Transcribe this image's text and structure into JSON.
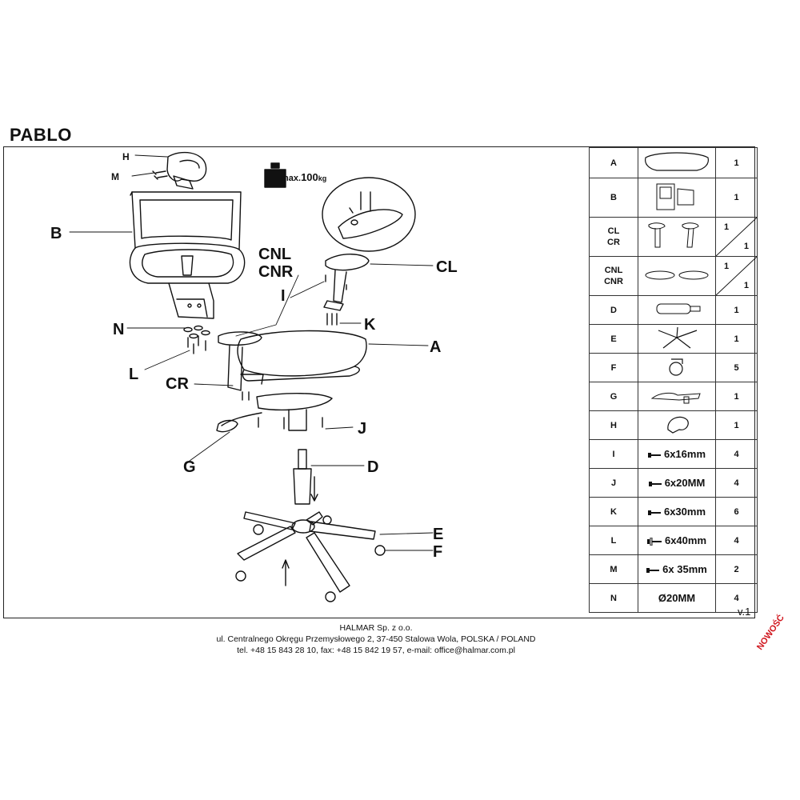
{
  "product": {
    "name": "PABLO",
    "version": "v.1"
  },
  "max_load": {
    "label": "max.",
    "value": "100",
    "unit": "kg"
  },
  "callouts": {
    "h": "H",
    "m": "M",
    "b": "B",
    "n": "N",
    "l": "L",
    "cnl": "CNL",
    "cnr": "CNR",
    "cl": "CL",
    "i": "I",
    "k": "K",
    "a": "A",
    "cr": "CR",
    "j": "J",
    "g": "G",
    "d": "D",
    "e": "E",
    "f": "F"
  },
  "parts": [
    {
      "code": "A",
      "qty": "1",
      "icon": "seat-icon"
    },
    {
      "code": "B",
      "qty": "1",
      "icon": "backrest-icon"
    },
    {
      "code": "CL",
      "code2": "CR",
      "qty": "1",
      "qty2": "1",
      "icon": "armrest-icon"
    },
    {
      "code": "CNL",
      "code2": "CNR",
      "qty": "1",
      "qty2": "1",
      "icon": "armpad-icon"
    },
    {
      "code": "D",
      "qty": "1",
      "icon": "gas-lift-icon"
    },
    {
      "code": "E",
      "qty": "1",
      "icon": "star-base-icon"
    },
    {
      "code": "F",
      "qty": "5",
      "icon": "caster-icon"
    },
    {
      "code": "G",
      "qty": "1",
      "icon": "mechanism-icon"
    },
    {
      "code": "H",
      "qty": "1",
      "icon": "headrest-icon"
    },
    {
      "code": "I",
      "qty": "4",
      "spec": "6x16mm",
      "icon": "bolt-icon"
    },
    {
      "code": "J",
      "qty": "4",
      "spec": "6x20MM",
      "icon": "bolt-icon"
    },
    {
      "code": "K",
      "qty": "6",
      "spec": "6x30mm",
      "icon": "bolt-icon"
    },
    {
      "code": "L",
      "qty": "4",
      "spec": "6x40mm",
      "icon": "bolt-washer-icon"
    },
    {
      "code": "M",
      "qty": "2",
      "spec": "6x 35mm",
      "icon": "bolt-icon"
    },
    {
      "code": "N",
      "qty": "4",
      "spec": "Ø20MM",
      "icon": "washer-icon"
    }
  ],
  "footer": {
    "company": "HALMAR Sp. z o.o.",
    "address": "ul. Centralnego Okręgu Przemysłowego 2, 37-450 Stalowa Wola, POLSKA / POLAND",
    "contact": "tel. +48 15 843 28 10, fax: +48 15 842 19 57, e-mail: office@halmar.com.pl"
  },
  "badge": "NOWOŚĆ",
  "colors": {
    "line": "#111111",
    "badge": "#d0141c",
    "paper": "#ffffff"
  }
}
